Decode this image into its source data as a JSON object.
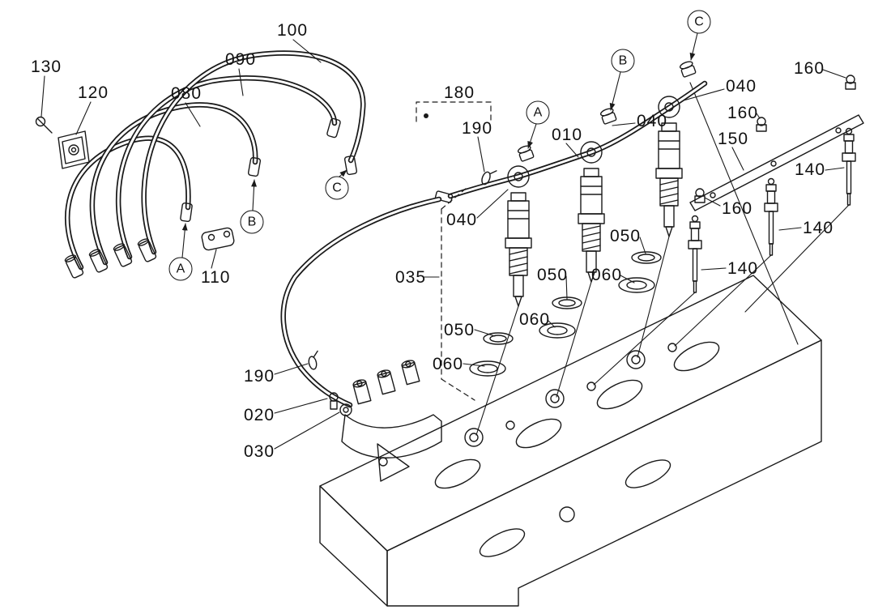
{
  "figure": {
    "background": "#ffffff",
    "line_color": "#1a1a1a"
  },
  "callouts": [
    {
      "label": "130"
    },
    {
      "label": "120"
    },
    {
      "label": "080"
    },
    {
      "label": "090"
    },
    {
      "label": "100"
    },
    {
      "label": "180"
    },
    {
      "label": "190"
    },
    {
      "label": "010"
    },
    {
      "label": "040"
    },
    {
      "label": "040"
    },
    {
      "label": "160"
    },
    {
      "label": "160"
    },
    {
      "label": "150"
    },
    {
      "label": "140"
    },
    {
      "label": "140"
    },
    {
      "label": "160"
    },
    {
      "label": "040"
    },
    {
      "label": "050"
    },
    {
      "label": "060"
    },
    {
      "label": "050"
    },
    {
      "label": "035"
    },
    {
      "label": "050"
    },
    {
      "label": "060"
    },
    {
      "label": "060"
    },
    {
      "label": "110"
    },
    {
      "label": "190"
    },
    {
      "label": "020"
    },
    {
      "label": "030"
    },
    {
      "label": "140"
    }
  ],
  "match_marks": [
    {
      "letter": "C"
    },
    {
      "letter": "B"
    },
    {
      "letter": "A"
    },
    {
      "letter": "C"
    },
    {
      "letter": "B"
    },
    {
      "letter": "A"
    }
  ]
}
